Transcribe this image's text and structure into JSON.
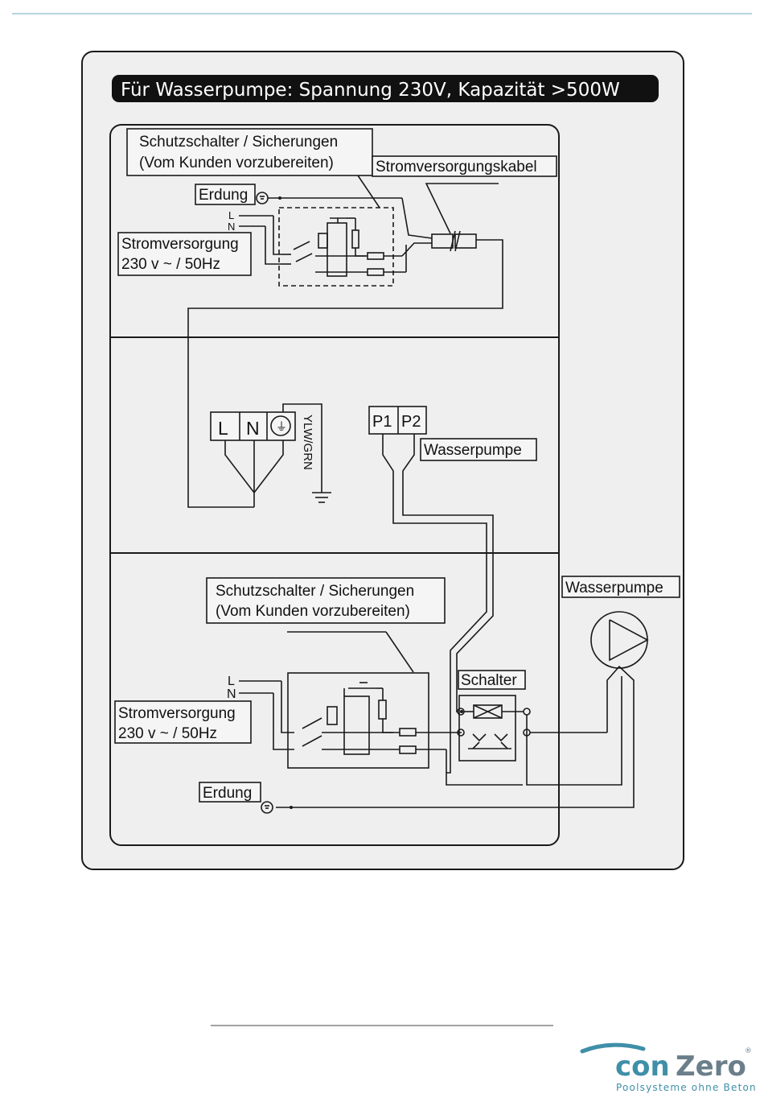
{
  "title": "Für Wasserpumpe: Spannung 230V, Kapazität >500W",
  "section_top": {
    "breaker_label_line1": "Schutzschalter / Sicherungen",
    "breaker_label_line2": "(Vom Kunden vorzubereiten)",
    "cable_label": "Stromversorgungskabel",
    "earth_label": "Erdung",
    "line_L": "L",
    "line_N": "N",
    "supply_line1": "Stromversorgung",
    "supply_line2": "230 v ~ / 50Hz"
  },
  "section_middle": {
    "terminal_L": "L",
    "terminal_N": "N",
    "earth_wire": "YLW/GRN",
    "terminal_P1": "P1",
    "terminal_P2": "P2",
    "pump_label": "Wasserpumpe"
  },
  "section_bottom": {
    "breaker_label_line1": "Schutzschalter / Sicherungen",
    "breaker_label_line2": "(Vom Kunden vorzubereiten)",
    "line_L": "L",
    "line_N": "N",
    "supply_line1": "Stromversorgung",
    "supply_line2": "230 v ~ / 50Hz",
    "switch_label": "Schalter",
    "earth_label": "Erdung",
    "pump_label": "Wasserpumpe"
  },
  "brand": {
    "name_part1": "con",
    "name_part2": "Zero",
    "registered": "®",
    "tagline": "Poolsysteme ohne Beton"
  },
  "colors": {
    "header_rule": "#9fc5d6",
    "panel_fill": "#efefef",
    "line": "#1a1a1a",
    "brand_teal": "#3f8fa8",
    "brand_gray": "#6b7f8a"
  }
}
